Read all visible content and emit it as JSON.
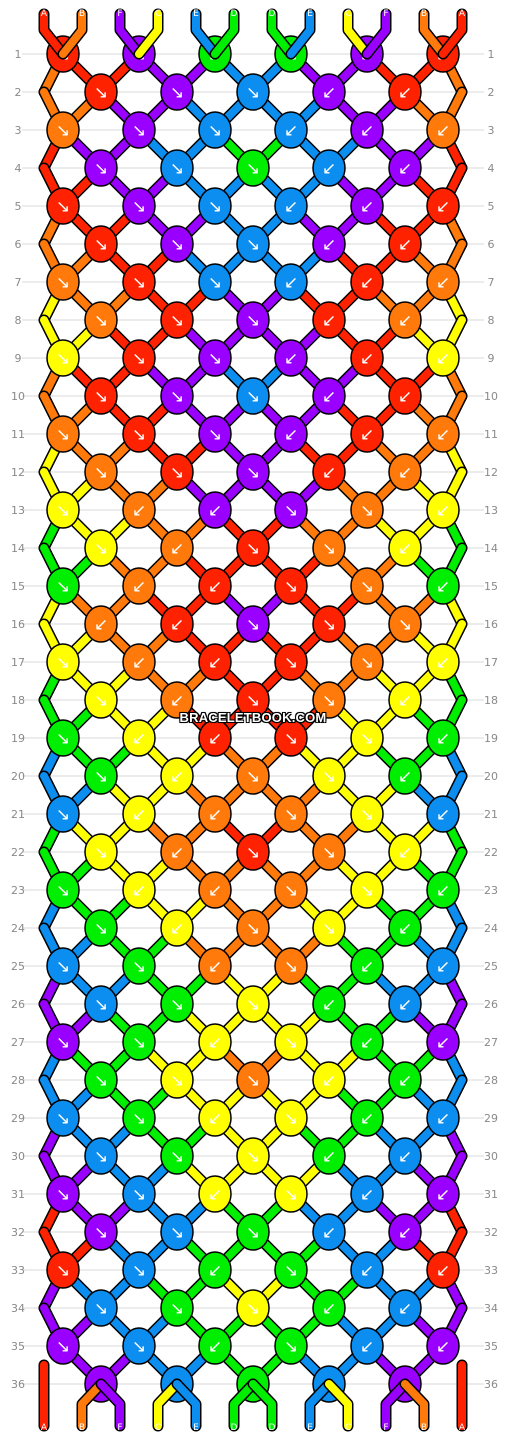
{
  "colors": {
    "A": "#ff2200",
    "B": "#ff7a0a",
    "F": "#9900ff",
    "C": "#ffff00",
    "E": "#0b8ef0",
    "D": "#00ee00"
  },
  "thread_order": [
    "A",
    "B",
    "F",
    "C",
    "E",
    "D",
    "D",
    "E",
    "C",
    "F",
    "B",
    "A"
  ],
  "rows": [
    "1",
    "2",
    "3",
    "4",
    "5",
    "6",
    "7",
    "8",
    "9",
    "10",
    "11",
    "12",
    "13",
    "14",
    "15",
    "16",
    "17",
    "18",
    "19",
    "20",
    "21",
    "22",
    "23",
    "24",
    "25",
    "26",
    "27",
    "28",
    "29",
    "30",
    "31",
    "32",
    "33",
    "34",
    "35",
    "36"
  ],
  "knot_colors": [
    [
      "A",
      "F",
      "D",
      "D",
      "F",
      "A"
    ],
    [
      "A",
      "F",
      "E",
      "F",
      "A"
    ],
    [
      "B",
      "F",
      "E",
      "E",
      "F",
      "B"
    ],
    [
      "F",
      "E",
      "D",
      "E",
      "F"
    ],
    [
      "A",
      "F",
      "E",
      "E",
      "F",
      "A"
    ],
    [
      "A",
      "F",
      "E",
      "F",
      "A"
    ],
    [
      "B",
      "A",
      "E",
      "E",
      "A",
      "B"
    ],
    [
      "B",
      "A",
      "F",
      "A",
      "B"
    ],
    [
      "C",
      "A",
      "F",
      "F",
      "A",
      "C"
    ],
    [
      "A",
      "F",
      "E",
      "F",
      "A"
    ],
    [
      "B",
      "A",
      "F",
      "F",
      "A",
      "B"
    ],
    [
      "B",
      "A",
      "F",
      "A",
      "B"
    ],
    [
      "C",
      "B",
      "F",
      "F",
      "B",
      "C"
    ],
    [
      "C",
      "B",
      "A",
      "B",
      "C"
    ],
    [
      "D",
      "B",
      "A",
      "A",
      "B",
      "D"
    ],
    [
      "B",
      "A",
      "F",
      "A",
      "B"
    ],
    [
      "C",
      "B",
      "A",
      "A",
      "B",
      "C"
    ],
    [
      "C",
      "B",
      "A",
      "B",
      "C"
    ],
    [
      "D",
      "C",
      "A",
      "A",
      "C",
      "D"
    ],
    [
      "D",
      "C",
      "B",
      "C",
      "D"
    ],
    [
      "E",
      "C",
      "B",
      "B",
      "C",
      "E"
    ],
    [
      "C",
      "B",
      "A",
      "B",
      "C"
    ],
    [
      "D",
      "C",
      "B",
      "B",
      "C",
      "D"
    ],
    [
      "D",
      "C",
      "B",
      "C",
      "D"
    ],
    [
      "E",
      "D",
      "B",
      "B",
      "D",
      "E"
    ],
    [
      "E",
      "D",
      "C",
      "D",
      "E"
    ],
    [
      "F",
      "D",
      "C",
      "C",
      "D",
      "F"
    ],
    [
      "D",
      "C",
      "B",
      "C",
      "D"
    ],
    [
      "E",
      "D",
      "C",
      "C",
      "D",
      "E"
    ],
    [
      "E",
      "D",
      "C",
      "D",
      "E"
    ],
    [
      "F",
      "E",
      "C",
      "C",
      "E",
      "F"
    ],
    [
      "F",
      "E",
      "D",
      "E",
      "F"
    ],
    [
      "A",
      "E",
      "D",
      "D",
      "E",
      "A"
    ],
    [
      "E",
      "D",
      "C",
      "D",
      "E"
    ],
    [
      "F",
      "E",
      "D",
      "D",
      "E",
      "F"
    ],
    [
      "F",
      "E",
      "D",
      "E",
      "F"
    ]
  ],
  "knot_arrows": [
    [
      "↘",
      "↘",
      "↙",
      "↘",
      "↙",
      "↙"
    ],
    [
      "↘",
      "↘",
      "↘",
      "↙",
      "↙"
    ],
    [
      "↘",
      "↘",
      "↘",
      "↙",
      "↙",
      "↙"
    ],
    [
      "↘",
      "↘",
      "↘",
      "↙",
      "↙"
    ],
    [
      "↘",
      "↘",
      "↘",
      "↙",
      "↙",
      "↙"
    ],
    [
      "↘",
      "↘",
      "↘",
      "↙",
      "↙"
    ],
    [
      "↘",
      "↘",
      "↘",
      "↙",
      "↙",
      "↙"
    ],
    [
      "↘",
      "↘",
      "↘",
      "↙",
      "↙"
    ],
    [
      "↘",
      "↘",
      "↘",
      "↙",
      "↙",
      "↙"
    ],
    [
      "↘",
      "↘",
      "↘",
      "↙",
      "↙"
    ],
    [
      "↘",
      "↘",
      "↘",
      "↙",
      "↙",
      "↙"
    ],
    [
      "↘",
      "↘",
      "↘",
      "↙",
      "↙"
    ],
    [
      "↘",
      "↙",
      "↙",
      "↘",
      "↘",
      "↙"
    ],
    [
      "↘",
      "↙",
      "↘",
      "↘",
      "↙"
    ],
    [
      "↘",
      "↙",
      "↙",
      "↘",
      "↘",
      "↙"
    ],
    [
      "↙",
      "↙",
      "↘",
      "↘",
      "↘"
    ],
    [
      "↘",
      "↙",
      "↙",
      "↘",
      "↘",
      "↙"
    ],
    [
      "↘",
      "↙",
      "↘",
      "↘",
      "↙"
    ],
    [
      "↘",
      "↙",
      "↙",
      "↘",
      "↘",
      "↙"
    ],
    [
      "↘",
      "↙",
      "↘",
      "↘",
      "↙"
    ],
    [
      "↘",
      "↙",
      "↙",
      "↘",
      "↘",
      "↙"
    ],
    [
      "↘",
      "↙",
      "↘",
      "↘",
      "↙"
    ],
    [
      "↘",
      "↙",
      "↙",
      "↘",
      "↘",
      "↙"
    ],
    [
      "↘",
      "↙",
      "↘",
      "↘",
      "↙"
    ],
    [
      "↘",
      "↘",
      "↙",
      "↘",
      "↙",
      "↙"
    ],
    [
      "↘",
      "↘",
      "↘",
      "↙",
      "↙"
    ],
    [
      "↘",
      "↘",
      "↙",
      "↘",
      "↙",
      "↙"
    ],
    [
      "↘",
      "↘",
      "↘",
      "↙",
      "↙"
    ],
    [
      "↘",
      "↘",
      "↙",
      "↘",
      "↙",
      "↙"
    ],
    [
      "↘",
      "↘",
      "↘",
      "↙",
      "↙"
    ],
    [
      "↘",
      "↘",
      "↙",
      "↘",
      "↙",
      "↙"
    ],
    [
      "↘",
      "↘",
      "↘",
      "↙",
      "↙"
    ],
    [
      "↘",
      "↘",
      "↙",
      "↘",
      "↙",
      "↙"
    ],
    [
      "↘",
      "↘",
      "↘",
      "↙",
      "↙"
    ],
    [
      "↘",
      "↘",
      "↙",
      "↘",
      "↙",
      "↙"
    ],
    [
      "↘",
      "↘",
      "↘",
      "↙",
      "↙"
    ]
  ],
  "watermark": "BRACELETBOOK.COM"
}
